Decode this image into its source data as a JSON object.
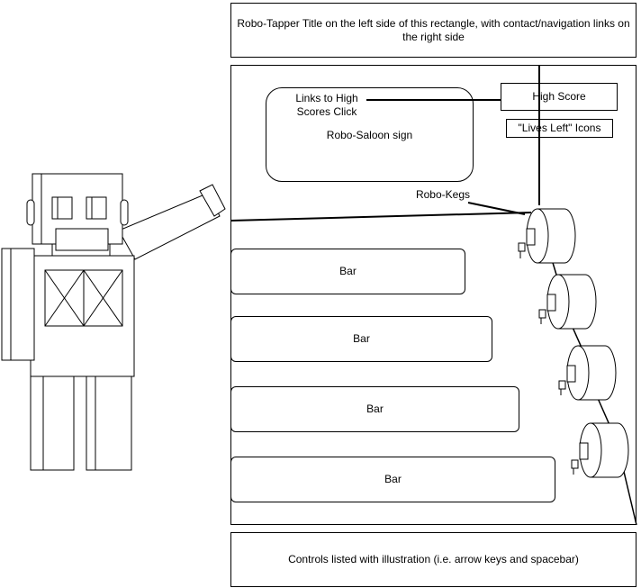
{
  "header": {
    "text": "Robo-Tapper Title on the left side of this rectangle, with contact/navigation links on the right side"
  },
  "game_area": {
    "saloon_sign": {
      "link_note": "Links to High Scores Click",
      "label": "Robo-Saloon sign"
    },
    "high_score_label": "High Score",
    "lives_label": "\"Lives Left\" Icons",
    "kegs_label": "Robo-Kegs",
    "bars": [
      {
        "label": "Bar"
      },
      {
        "label": "Bar"
      },
      {
        "label": "Bar"
      },
      {
        "label": "Bar"
      }
    ]
  },
  "footer": {
    "text": "Controls listed with illustration (i.e. arrow keys and spacebar)"
  },
  "figure": {
    "robot_icon": "robot-waving-icon",
    "keg_icon": "keg-barrel-icon"
  }
}
